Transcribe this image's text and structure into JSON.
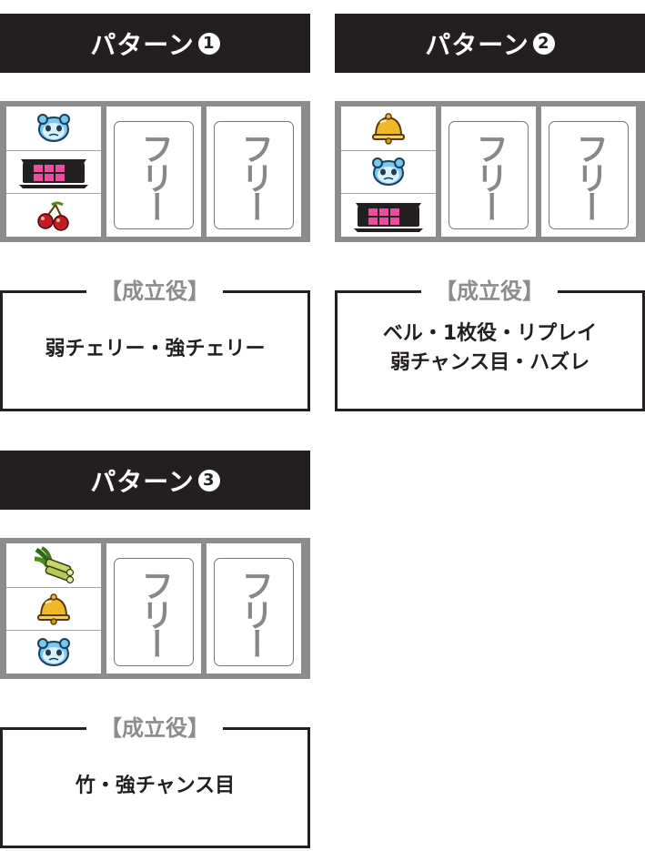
{
  "patterns": [
    {
      "title": "パターン",
      "number": "1",
      "reel1_symbols": [
        "panda-icon",
        "bar-icon",
        "cherry-icon"
      ],
      "free_reels": [
        "フリー",
        "フリー"
      ],
      "result_title": "【成立役】",
      "result_lines": [
        "弱チェリー・強チェリー"
      ]
    },
    {
      "title": "パターン",
      "number": "2",
      "reel1_symbols": [
        "bell-icon",
        "panda-icon",
        "bar-icon"
      ],
      "free_reels": [
        "フリー",
        "フリー"
      ],
      "result_title": "【成立役】",
      "result_lines": [
        "ベル・1枚役・リプレイ",
        "弱チャンス目・ハズレ"
      ]
    },
    {
      "title": "パターン",
      "number": "3",
      "reel1_symbols": [
        "bamboo-icon",
        "bell-icon",
        "panda-icon"
      ],
      "free_reels": [
        "フリー",
        "フリー"
      ],
      "result_title": "【成立役】",
      "result_lines": [
        "竹・強チャンス目"
      ]
    }
  ],
  "colors": {
    "header_bg": "#231f20",
    "reel_frame": "#8c8c8c",
    "panda": "#79c8ef",
    "bell": "#f0b92b",
    "bar": "#e84fa0",
    "cherry": "#c21d23",
    "bamboo": "#4d8a1c"
  }
}
